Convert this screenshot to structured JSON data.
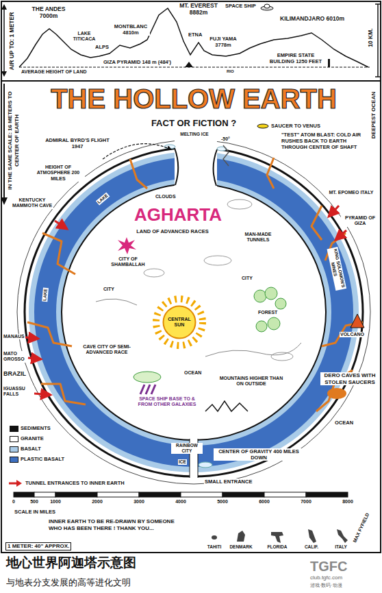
{
  "diagram": {
    "title": "THE HOLLOW EARTH",
    "caption": "地心世界阿迦塔示意图",
    "nodes": [
      {
        "text": [
          "CENTRAL SUN"
        ]
      }
    ],
    "labels": [
      "AIR UP TO: 1 METER",
      "THE ANDES 7000m",
      "LAKE TITICACA",
      "MT. EVEREST 8882m",
      "SPACE SHIP",
      "MONTBLANC 4810m",
      "KILIMANDJARO 6010m",
      "ALPS",
      "ETNA",
      "FUJI YAMA 3778m",
      "EMPIRE STATE BUILDING 1250 FEET",
      "GIZA PYRAMID 148 m (484')",
      "AVERAGE HEIGHT OF LAND",
      "RIO",
      "10 KM.",
      "IN THE SAME SCALE: 16 METERS TO CENTER OF EARTH",
      "DEEPEST OCEAN",
      "FACT OR FICTION ?",
      "ADMIRAL BYRD'S FLIGHT 1947",
      "SAUCER TO VENUS",
      "MELTING ICE",
      "\"TEST\" ATOM BLAST: COLD AIR RUSHES BACK TO EARTH THROUGH CENTER OF SHAFT",
      "HEIGHT OF ATMOSPHERE 200 MILES",
      "KENTUCKY MAMMOTH CAVE",
      "MT. EPOMEO ITALY",
      "PYRAMID OF GIZA",
      "CLOUDS",
      "AGHARTA",
      "LAND OF ADVANCED RACES",
      "CITY OF SHAMBALLAH",
      "MAN-MADE TUNNELS",
      "CITY",
      "CITY",
      "FOREST",
      "KING SOLOMON'S MINES",
      "LAKE",
      "LAKE",
      "MANAUS",
      "MATO GROSSO",
      "BRAZIL",
      "IGUASSU FALLS",
      "CAVE CITY OF SEMI-ADVANCED RACE",
      "OCEAN",
      "VOLCANO",
      "MOUNTAINS HIGHER THAN ON OUTSIDE",
      "SPACE SHIP BASE TO & FROM OTHER GALAXIES",
      "DERO CAVES WITH STOLEN SAUCERS",
      "OCEAN",
      "RAINBOW CITY",
      "ICE",
      "CENTER OF GRAVITY 400 MILES DOWN",
      "SMALL ENTRANCE",
      "0",
      "500",
      "1000",
      "2000",
      "3000",
      "4000",
      "5000",
      "6000",
      "7000",
      "8000",
      "SCALE IN MILES",
      "INNER EARTH TO BE RE-DRAWN BY SOMEONE WHO HAS BEEN THERE ! THANK YOU...",
      "1 METER: 40\" APPROX.",
      "TAHITI",
      "DENMARK",
      "FLORIDA",
      "CALIF.",
      "ITALY",
      "MAX FYFIELD",
      "-50°",
      "与地表分支发展的高等进化文明",
      "TGFC",
      "club.tgfc.com",
      "游戏·数码·动漫"
    ],
    "legend": [
      {
        "text": "SEDIMENTS",
        "color": "#111111"
      },
      {
        "text": "GRANITE",
        "color": "#ffffff"
      },
      {
        "text": "BASALT",
        "color": "#a9cbe8"
      },
      {
        "text": "PLASTIC BASALT",
        "color": "#3d6fc0"
      },
      {
        "text": "TUNNEL ENTRANCES TO INNER EARTH"
      }
    ]
  }
}
